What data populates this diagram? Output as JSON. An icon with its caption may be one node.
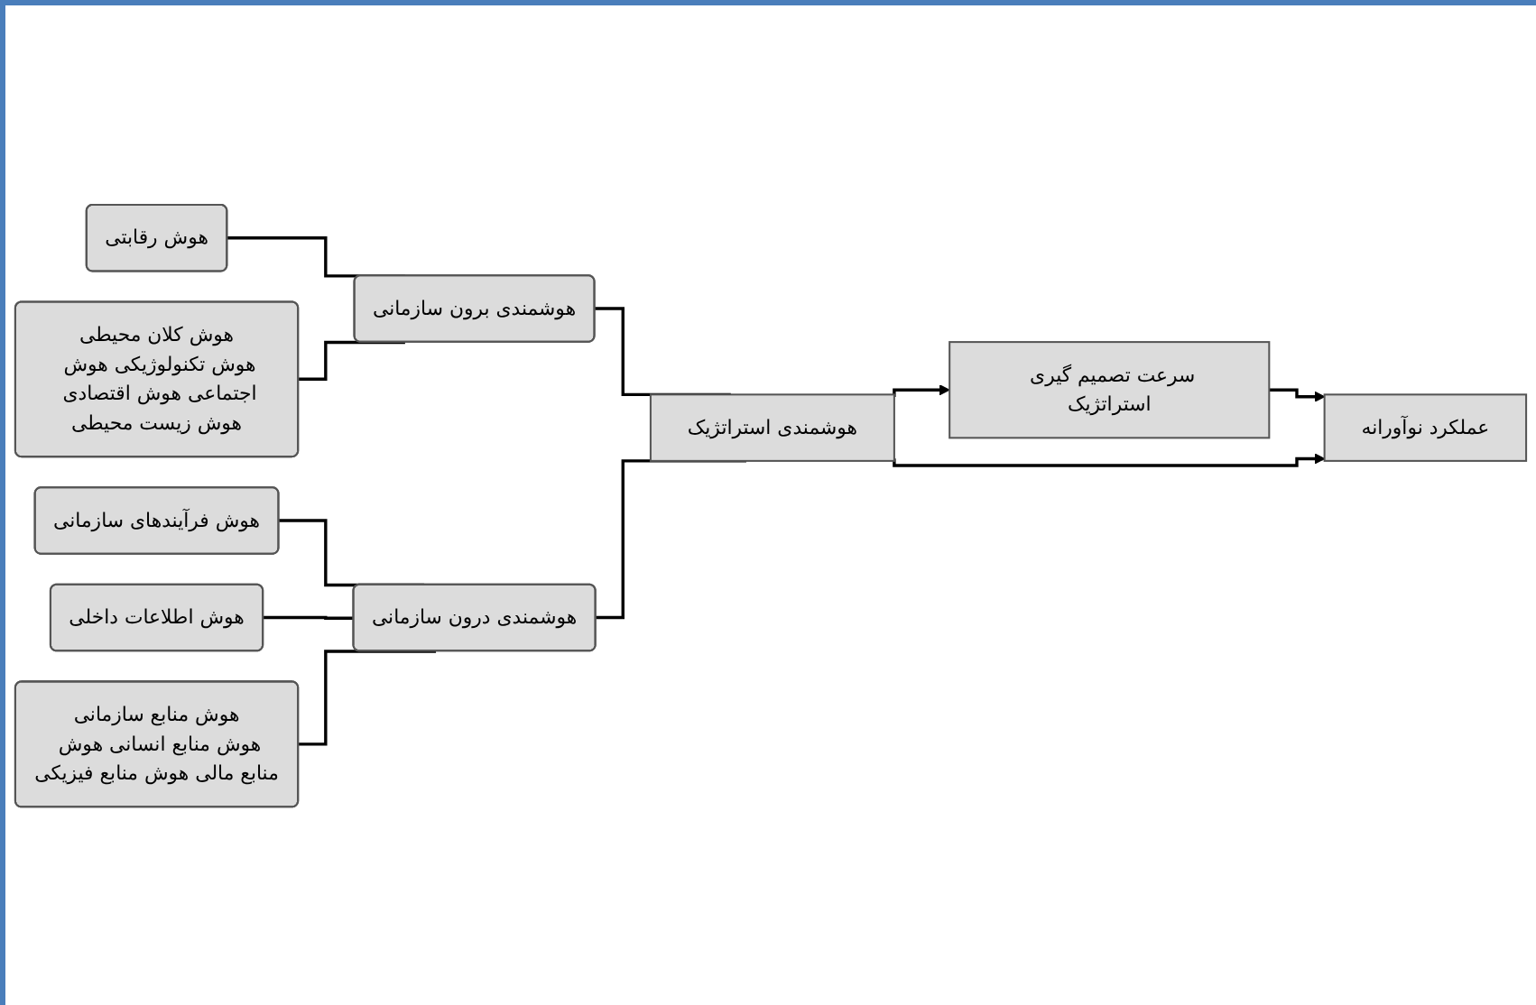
{
  "diagram": {
    "nodes": [
      {
        "text": [
          "هوش رقابتی"
        ]
      },
      {
        "text": [
          "هوش کلان محیطی",
          "هوش تکنولوژیکی هوش اجتماعی هوش اقتصادی هوش زیست محیطی"
        ]
      },
      {
        "text": [
          "هوشمندی برون سازمانی"
        ]
      },
      {
        "text": [
          "هوش فرآیندهای سازمانی"
        ]
      },
      {
        "text": [
          "هوش اطلاعات داخلی"
        ]
      },
      {
        "text": [
          "هوش منابع سازمانی",
          "هوش منابع انسانی هوش منابع مالی هوش منابع فیزیکی"
        ]
      },
      {
        "text": [
          "هوشمندی درون سازمانی"
        ]
      },
      {
        "text": [
          "هوشمندی استراتژیک"
        ]
      },
      {
        "text": [
          "سرعت تصمیم گیری استراتژیک"
        ]
      },
      {
        "text": [
          "عملکرد نوآورانه"
        ]
      }
    ],
    "edges": [
      {
        "from": 0,
        "to": 2,
        "arrow": "none"
      },
      {
        "from": 1,
        "to": 2,
        "arrow": "none"
      },
      {
        "from": 3,
        "to": 6,
        "arrow": "none"
      },
      {
        "from": 4,
        "to": 6,
        "arrow": "none"
      },
      {
        "from": 5,
        "to": 6,
        "arrow": "none"
      },
      {
        "from": 2,
        "to": 7,
        "arrow": "none"
      },
      {
        "from": 6,
        "to": 7,
        "arrow": "none"
      },
      {
        "from": 7,
        "to": 8,
        "arrow": "to"
      },
      {
        "from": 8,
        "to": 9,
        "arrow": "to"
      },
      {
        "from": 7,
        "to": 9,
        "arrow": "to"
      }
    ]
  }
}
